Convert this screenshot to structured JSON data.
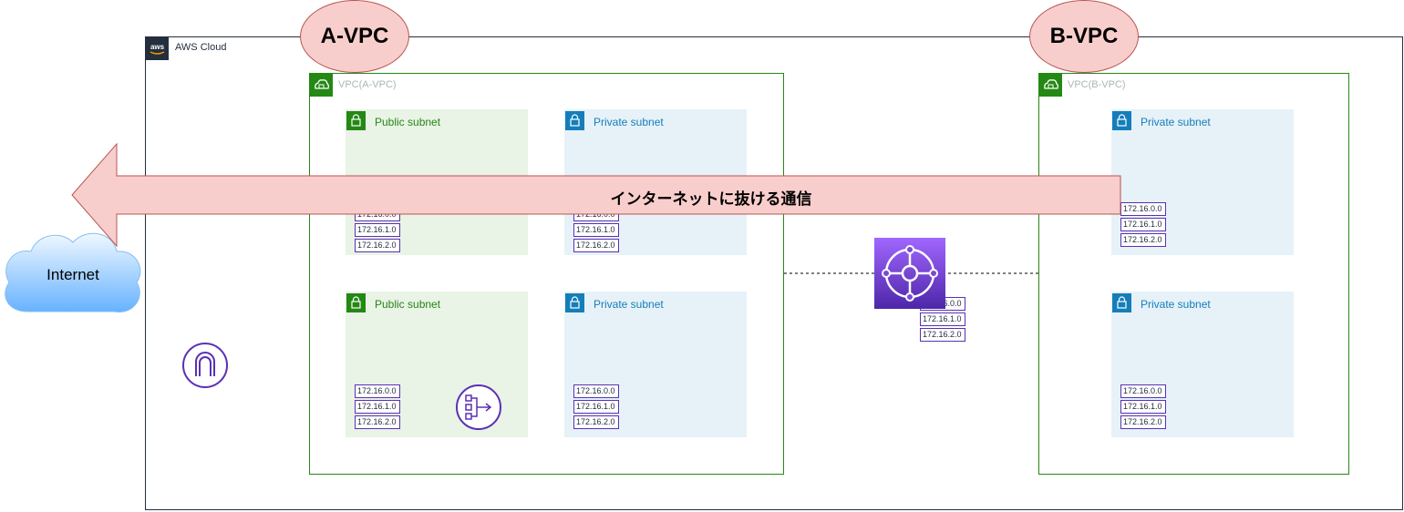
{
  "aws_cloud": {
    "label": "AWS Cloud"
  },
  "vpc_a": {
    "badge": "A-VPC",
    "label": "VPC(A-VPC)",
    "subnets": [
      {
        "label": "Public subnet",
        "kind": "public",
        "routes": [
          "172.16.0.0",
          "172.16.1.0",
          "172.16.2.0"
        ]
      },
      {
        "label": "Private subnet",
        "kind": "private",
        "routes": [
          "172.16.0.0",
          "172.16.1.0",
          "172.16.2.0"
        ]
      },
      {
        "label": "Public subnet",
        "kind": "public",
        "routes": [
          "172.16.0.0",
          "172.16.1.0",
          "172.16.2.0"
        ]
      },
      {
        "label": "Private subnet",
        "kind": "private",
        "routes": [
          "172.16.0.0",
          "172.16.1.0",
          "172.16.2.0"
        ]
      }
    ]
  },
  "vpc_b": {
    "badge": "B-VPC",
    "label": "VPC(B-VPC)",
    "subnets": [
      {
        "label": "Private subnet",
        "kind": "private",
        "routes": [
          "172.16.0.0",
          "172.16.1.0",
          "172.16.2.0"
        ]
      },
      {
        "label": "Private subnet",
        "kind": "private",
        "routes": [
          "172.16.0.0",
          "172.16.1.0",
          "172.16.2.0"
        ]
      }
    ]
  },
  "transit_gateway": {
    "icon": "transit-gateway-icon",
    "routes": [
      "172.16.0.0",
      "172.16.1.0",
      "172.16.2.0"
    ]
  },
  "internet": {
    "label": "Internet"
  },
  "arrow": {
    "label": "インターネットに抜ける通信"
  },
  "icons": {
    "internet_gateway": "internet-gateway-icon",
    "nat_gateway": "nat-gateway-icon",
    "aws_logo": "aws-logo-icon",
    "vpc": "vpc-icon",
    "subnet_lock": "lock-icon"
  },
  "colors": {
    "public_subnet_fill": "#e9f3e6",
    "private_subnet_fill": "#e6f2f8",
    "vpc_border": "#248814",
    "route_border": "#5a30b5",
    "badge_fill": "#f8cecc",
    "arrow_fill": "#f8cecc",
    "cloud_gradient_top": "#f0f8ff",
    "cloud_gradient_bottom": "#66b2ff"
  }
}
